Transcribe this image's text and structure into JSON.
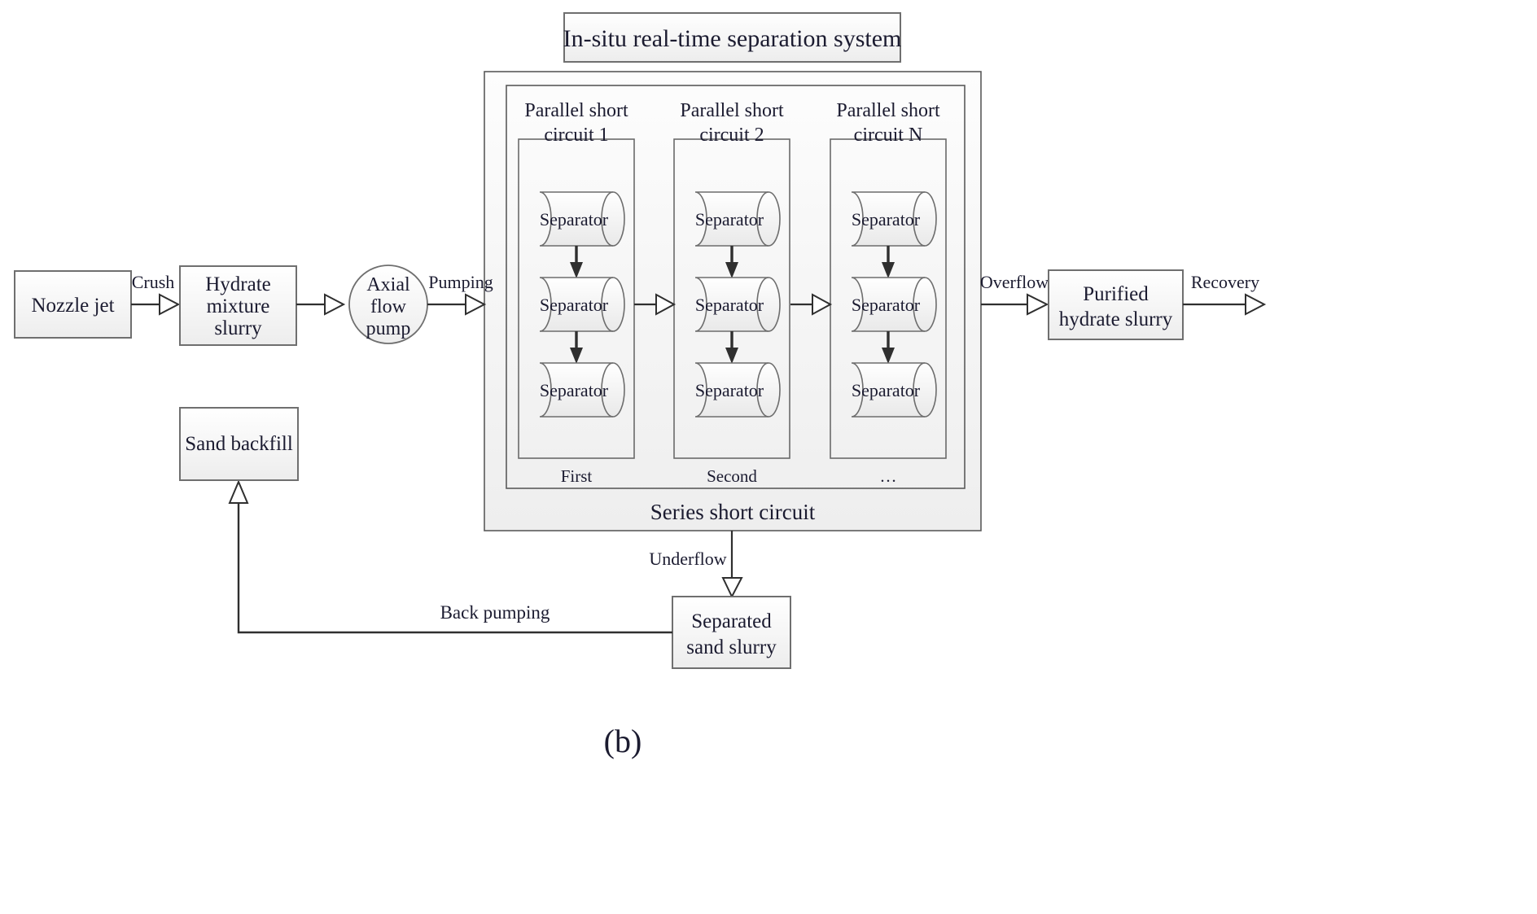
{
  "figure": {
    "caption": "(b)",
    "title_box": {
      "label": "In-situ real-time separation system"
    }
  },
  "colors": {
    "stroke": "#5a5a5a",
    "stroke_dark": "#3b3b3b",
    "text": "#1b1b30",
    "fill_light": "#fbfbfb",
    "fill_grey": "#f0f0f0",
    "fill_panel": "#f2f2f2",
    "arrow_fill": "#ffffff"
  },
  "nodes": {
    "nozzle_jet": {
      "label": "Nozzle jet"
    },
    "hydrate_mixture_slurry": {
      "line1": "Hydrate",
      "line2": "mixture",
      "line3": "slurry"
    },
    "axial_flow_pump": {
      "line1": "Axial",
      "line2": "flow",
      "line3": "pump"
    },
    "purified_hydrate_slurry": {
      "line1": "Purified",
      "line2": "hydrate slurry"
    },
    "sand_backfill": {
      "label": "Sand backfill"
    },
    "separated_sand_slurry": {
      "line1": "Separated",
      "line2": "sand slurry"
    }
  },
  "edge_labels": {
    "crush": "Crush",
    "pumping": "Pumping",
    "overflow": "Overflow",
    "recovery": "Recovery",
    "underflow": "Underflow",
    "back_pumping": "Back pumping"
  },
  "separation_system": {
    "outer_label": "Series short circuit",
    "columns": [
      {
        "header_line1": "Parallel short",
        "header_line2": "circuit 1",
        "footer": "First",
        "separators": [
          {
            "label": "Separator"
          },
          {
            "label": "Separator"
          },
          {
            "label": "Separator"
          }
        ]
      },
      {
        "header_line1": "Parallel short",
        "header_line2": "circuit 2",
        "footer": "Second",
        "separators": [
          {
            "label": "Separator"
          },
          {
            "label": "Separator"
          },
          {
            "label": "Separator"
          }
        ]
      },
      {
        "header_line1": "Parallel short",
        "header_line2": "circuit N",
        "footer": "…",
        "separators": [
          {
            "label": "Separator"
          },
          {
            "label": "Separator"
          },
          {
            "label": "Separator"
          }
        ]
      }
    ]
  }
}
